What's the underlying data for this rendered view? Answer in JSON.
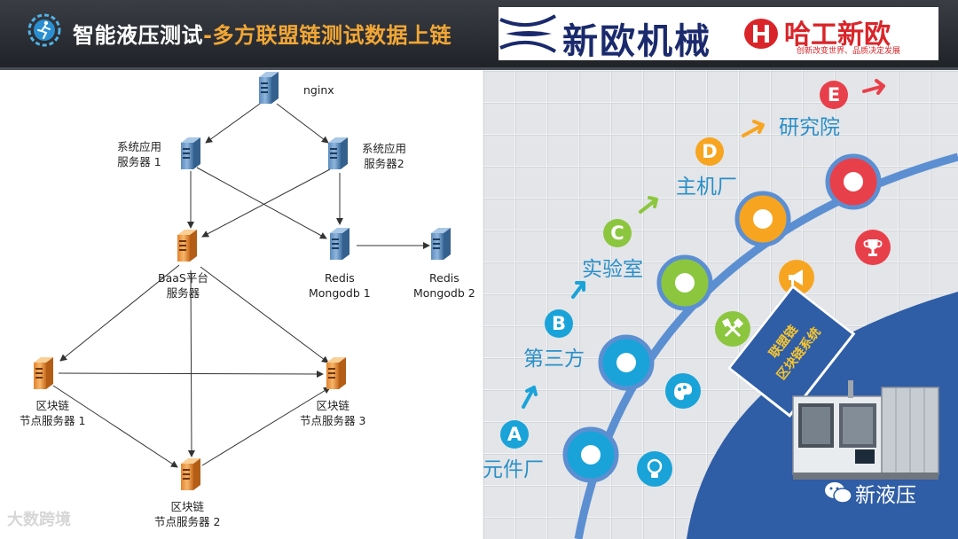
{
  "header": {
    "title_main": "智能液压测试",
    "title_accent": "-多方联盟链测试数据上链",
    "logo_name": "新欧机械",
    "logo2_name": "哈工新欧",
    "logo2_slogan": "创新改变世界、品质决定发展"
  },
  "diagram": {
    "nodes": {
      "nginx": "nginx",
      "app1_line1": "系统应用",
      "app1_line2": "服务器 1",
      "app2_line1": "系统应用",
      "app2_line2": "服务器2",
      "baas_line1": "BaaS平台",
      "baas_line2": "服务器",
      "redis1_line1": "Redis",
      "redis1_line2": "Mongodb 1",
      "redis2_line1": "Redis",
      "redis2_line2": "Mongodb 2",
      "chain1_line1": "区块链",
      "chain1_line2": "节点服务器 1",
      "chain2_line1": "区块链",
      "chain2_line2": "节点服务器 2",
      "chain3_line1": "区块链",
      "chain3_line2": "节点服务器 3"
    },
    "watermark": "大数跨境"
  },
  "panel": {
    "stages": [
      {
        "letter": "A",
        "label": "元件厂",
        "color": "#1aa3d9"
      },
      {
        "letter": "B",
        "label": "第三方",
        "color": "#1aa3d9"
      },
      {
        "letter": "C",
        "label": "实验室",
        "color": "#8cc63f"
      },
      {
        "letter": "D",
        "label": "主机厂",
        "color": "#f7a521"
      },
      {
        "letter": "E",
        "label": "研究院",
        "color": "#e8404a"
      }
    ],
    "banner_line1": "联盟链",
    "banner_line2": "区块链系统",
    "brand_tag": "新液压",
    "colors": {
      "arc": "#5b8fd1",
      "dark_blue": "#2f5da6",
      "cyan": "#1aa3d9",
      "green": "#8cc63f",
      "orange": "#f7a521",
      "red": "#e8404a"
    }
  }
}
